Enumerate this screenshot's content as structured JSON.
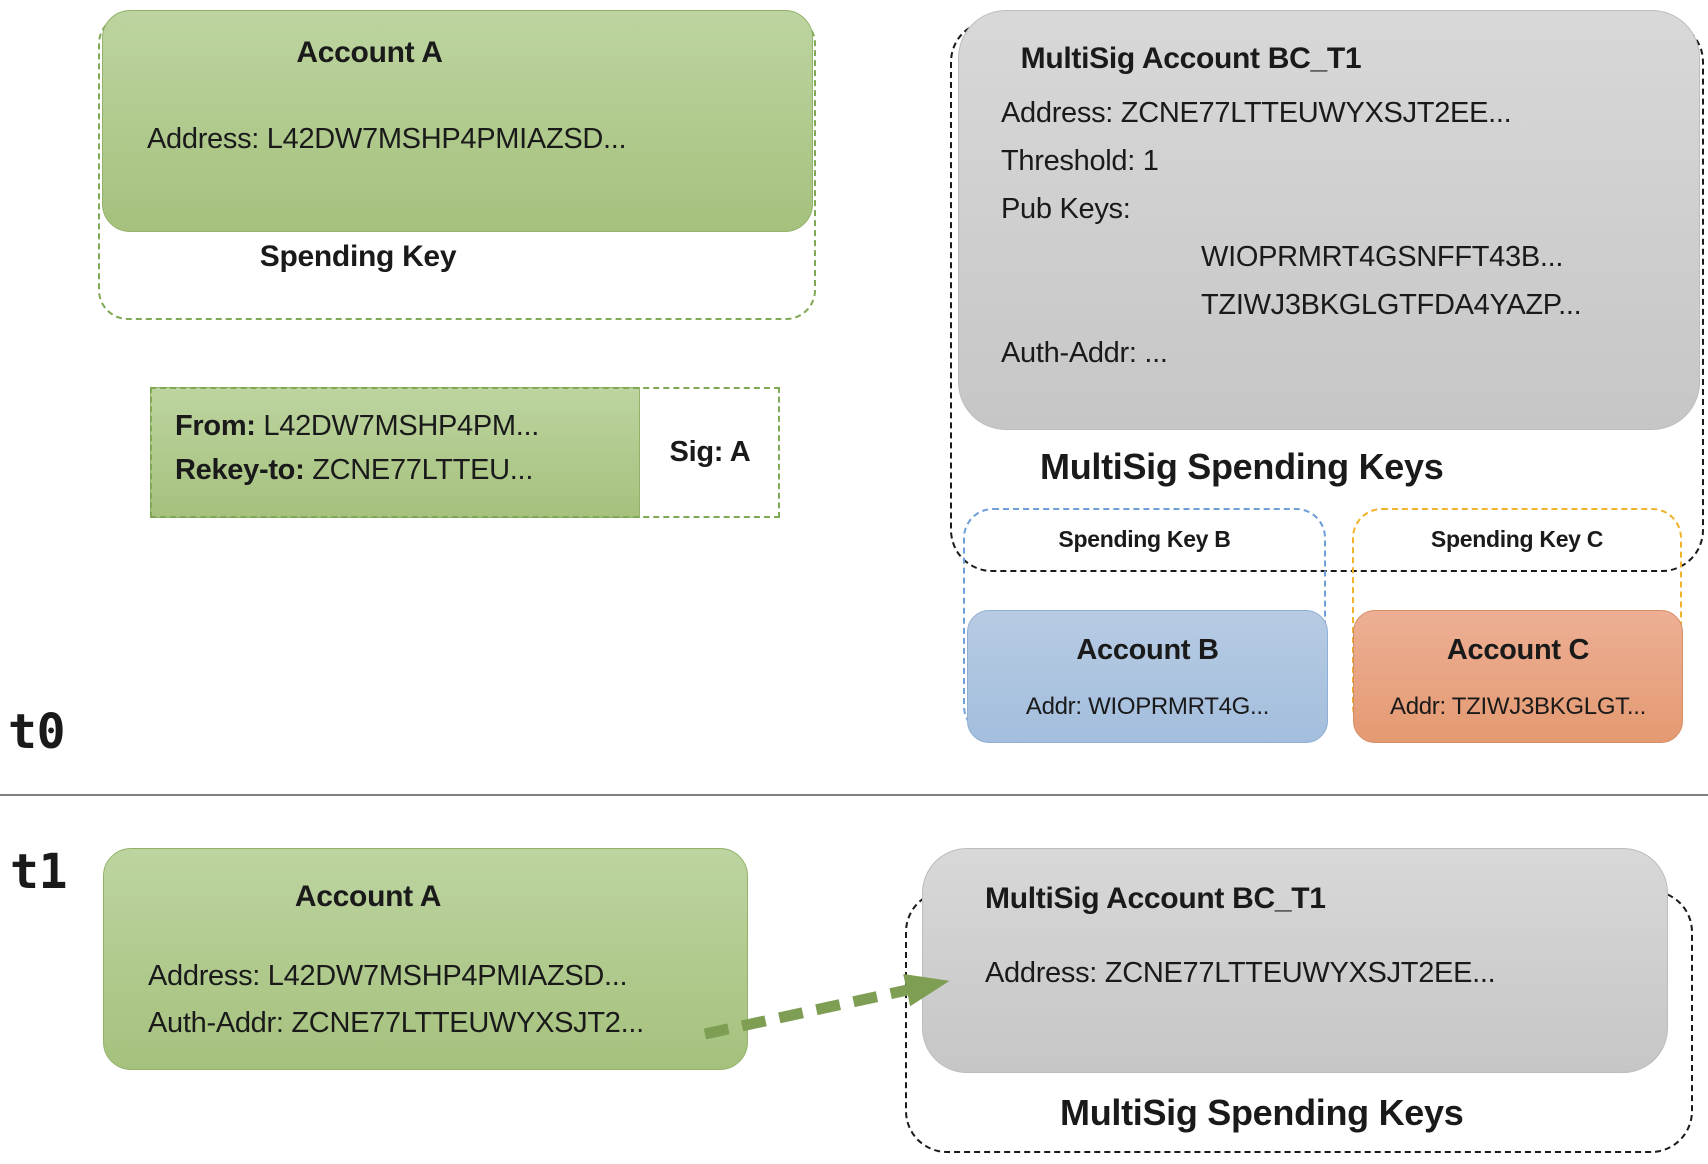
{
  "timeline": {
    "t0_label": "t0",
    "t1_label": "t1"
  },
  "t0": {
    "account_a": {
      "title": "Account A",
      "address": "Address: L42DW7MSHP4PMIAZSD...",
      "spending_key_label": "Spending Key"
    },
    "rekey_transaction": {
      "from_label": "From:",
      "from_value": " L42DW7MSHP4PM...",
      "rekey_label": "Rekey-to:",
      "rekey_value": "  ZCNE77LTTEU...",
      "sig": "Sig: A"
    },
    "multisig_account": {
      "title": "MultiSig Account BC_T1",
      "address": "Address: ZCNE77LTTEUWYXSJT2EE...",
      "threshold": "Threshold: 1",
      "pub_keys_label": "Pub Keys:",
      "pub_key_1": "WIOPRMRT4GSNFFT43B...",
      "pub_key_2": "TZIWJ3BKGLGTFDA4YAZP...",
      "auth_addr": "Auth-Addr: ...",
      "spending_keys_label": "MultiSig Spending Keys"
    },
    "spending_key_b": {
      "label": "Spending Key B"
    },
    "spending_key_c": {
      "label": "Spending Key C"
    },
    "account_b": {
      "title": "Account B",
      "addr": "Addr: WIOPRMRT4G..."
    },
    "account_c": {
      "title": "Account C",
      "addr": "Addr: TZIWJ3BKGLGT..."
    }
  },
  "t1": {
    "account_a": {
      "title": "Account A",
      "address": "Address: L42DW7MSHP4PMIAZSD...",
      "auth_addr": "Auth-Addr: ZCNE77LTTEUWYXSJT2..."
    },
    "multisig_account": {
      "title": "MultiSig Account BC_T1",
      "address": "Address: ZCNE77LTTEUWYXSJT2EE...",
      "spending_keys_label": "MultiSig Spending Keys"
    }
  },
  "colors": {
    "green_fill_top": "#bdd4a0",
    "green_fill_bottom": "#a5c17d",
    "green_border": "#93b269",
    "green_dash": "#7fa955",
    "gray_fill_top": "#d8d8d8",
    "gray_fill_bottom": "#c6c6c6",
    "gray_border": "#bdbdbd",
    "blue_fill_top": "#b7cbe3",
    "blue_fill_bottom": "#a3bedd",
    "blue_border": "#8fafd4",
    "blue_dash": "#6f9ed9",
    "orange_fill_top": "#edaf94",
    "orange_fill_bottom": "#e49a72",
    "orange_border": "#d68d61",
    "yellow_dash": "#f0b32c",
    "black": "#1a1a1a",
    "arrow_green": "#7e9e54",
    "divider": "#7f7f7f"
  }
}
